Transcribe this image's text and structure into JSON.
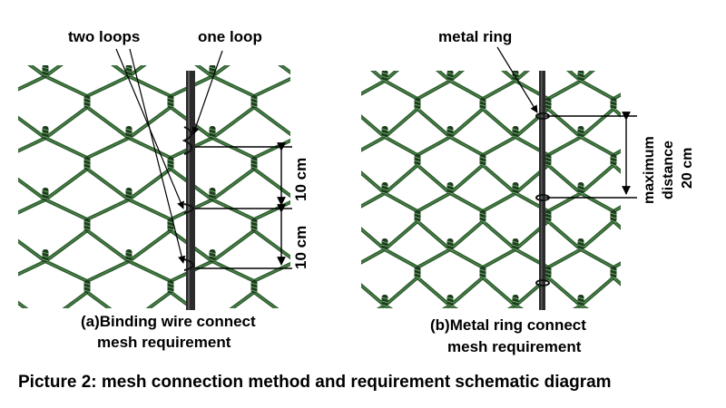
{
  "caption": "Picture 2: mesh connection method and requirement schematic diagram",
  "panel_a": {
    "label_two_loops": "two loops",
    "label_one_loop": "one loop",
    "dim_upper": "10 cm",
    "dim_lower": "10 cm",
    "caption_line1": "(a)Binding wire connect",
    "caption_line2": "mesh requirement"
  },
  "panel_b": {
    "label_metal_ring": "metal ring",
    "dim_line1": "maximum",
    "dim_line2": "distance",
    "dim_line3": "20 cm",
    "caption_line1": "(b)Metal ring connect",
    "caption_line2": "mesh requirement"
  },
  "colors": {
    "mesh_wire": "#2d5a2d",
    "mesh_wire_dark": "#1c3d1c",
    "post": "#2b2b2b",
    "text": "#000000"
  }
}
